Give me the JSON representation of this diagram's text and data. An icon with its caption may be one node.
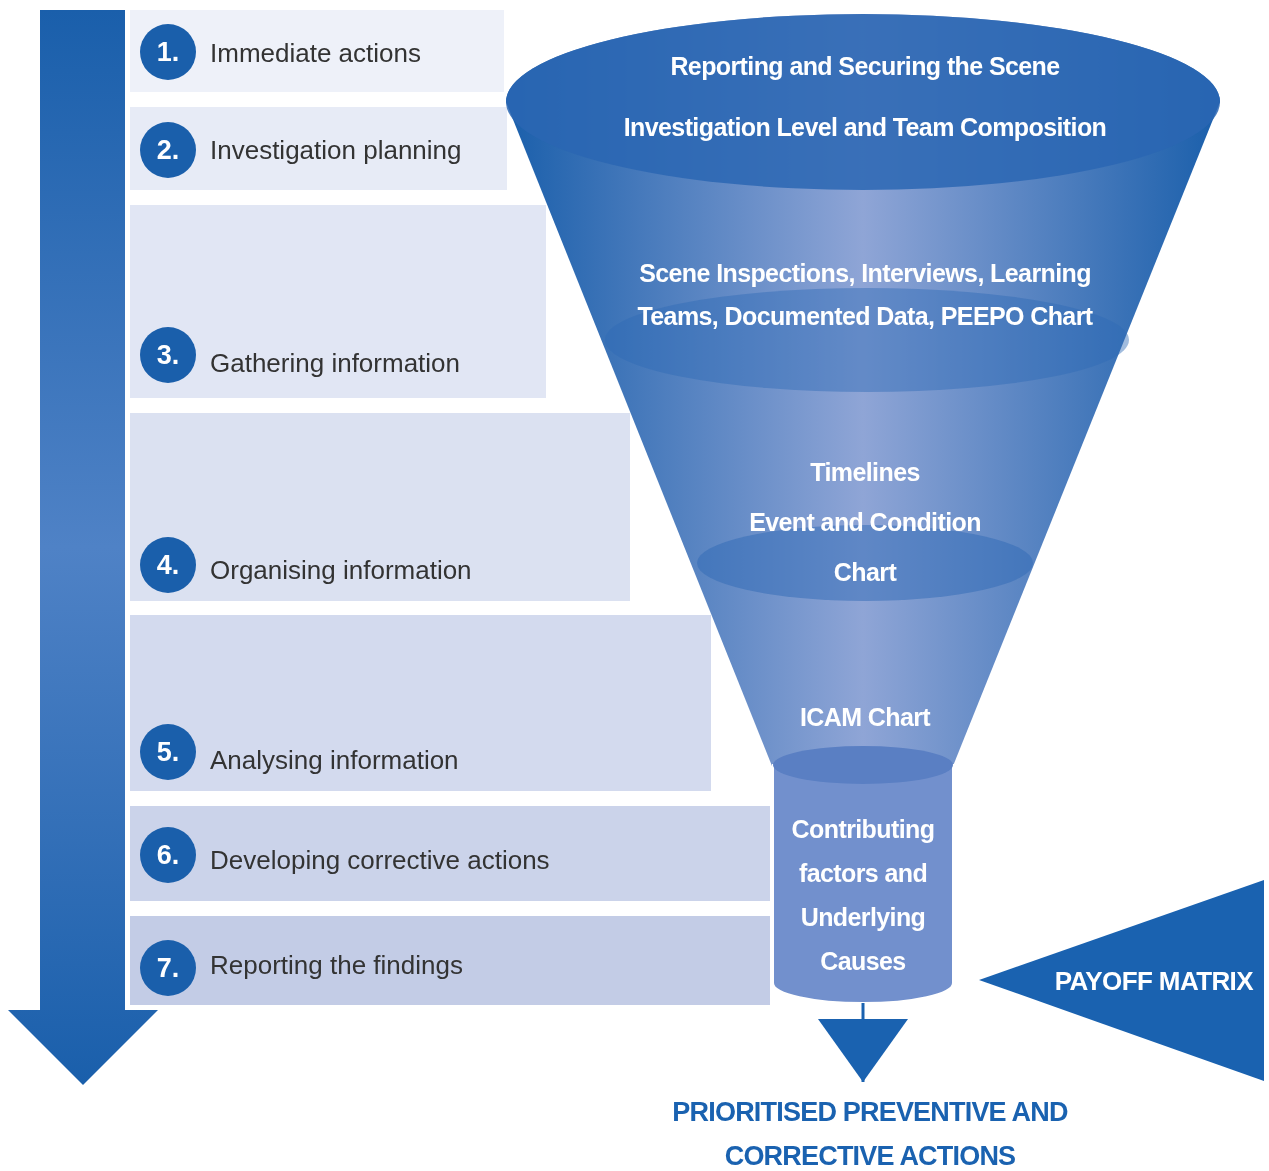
{
  "diagram": {
    "nodes": [
      {
        "text": [
          "1.",
          "Immediate actions"
        ]
      },
      {
        "text": [
          "2.",
          "Investigation planning"
        ]
      },
      {
        "text": [
          "3.",
          "Gathering information"
        ]
      },
      {
        "text": [
          "4.",
          "Organising information"
        ]
      },
      {
        "text": [
          "5.",
          "Analysing information"
        ]
      },
      {
        "text": [
          "6.",
          "Developing corrective actions"
        ]
      },
      {
        "text": [
          "7.",
          "Reporting the findings"
        ]
      },
      {
        "text": [
          "Reporting and Securing the Scene",
          "Investigation Level and Team Composition",
          "Scene Inspections, Interviews, Learning Teams, Documented Data, PEEPO Chart",
          "Timelines",
          "Event and Condition Chart",
          "ICAM Chart"
        ]
      },
      {
        "text": [
          "Contributing factors and Underlying Causes"
        ]
      },
      {
        "text": [
          "PAYOFF MATRIX"
        ]
      },
      {
        "text": [
          "PRIORITISED PREVENTIVE AND CORRECTIVE ACTIONS"
        ]
      }
    ],
    "edges": [
      {
        "from": 8,
        "to": 10,
        "arrow": "to"
      }
    ]
  }
}
